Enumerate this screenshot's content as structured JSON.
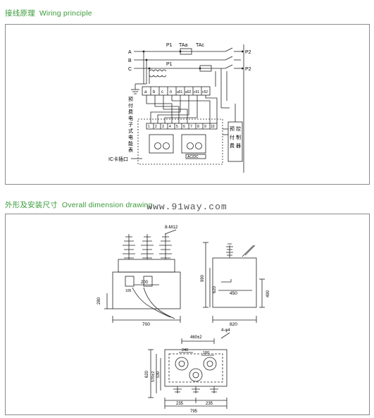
{
  "wiring": {
    "title_cn": "接线原理",
    "title_en": "Wiring principle",
    "phases": [
      "A",
      "B",
      "C"
    ],
    "p1_label": "P1",
    "p2_label": "P2",
    "taa_label": "TAa",
    "tac_label": "TAc",
    "terminals": [
      "a",
      "b",
      "c",
      "n",
      "a51",
      "a52",
      "c51",
      "c52"
    ],
    "module_numbers": [
      "1",
      "2",
      "3",
      "4",
      "5",
      "6",
      "7",
      "8",
      "9",
      "10"
    ],
    "acdc_label": "AC/DC",
    "meter_label_chars": [
      "预",
      "付",
      "费",
      "电",
      "子",
      "式",
      "电",
      "能",
      "表"
    ],
    "controller_label_chars": [
      "预",
      "控",
      "付",
      "制",
      "费",
      "器"
    ],
    "ic_label": "IC卡插口"
  },
  "watermark": "www.91way.com",
  "dimension": {
    "title_cn": "外形及安装尺寸",
    "title_en": "Overall dimension drawing",
    "front": {
      "bolt_label": "8-M12",
      "width": "700",
      "inner_width": "200",
      "height_left": "280",
      "label_small": "105"
    },
    "side": {
      "height_total": "990",
      "height_body": "620",
      "width_top": "450",
      "depth": "820",
      "height_right": "490"
    },
    "plan": {
      "top_width": "460±2",
      "hole_label": "4-φ4",
      "spacing_top": "240",
      "spacing_mid": "180",
      "height_outer": "620",
      "height_inner": "570±2",
      "height_inner2": "530",
      "spacing_a": "235",
      "spacing_b": "235",
      "width_bottom": "795"
    }
  }
}
